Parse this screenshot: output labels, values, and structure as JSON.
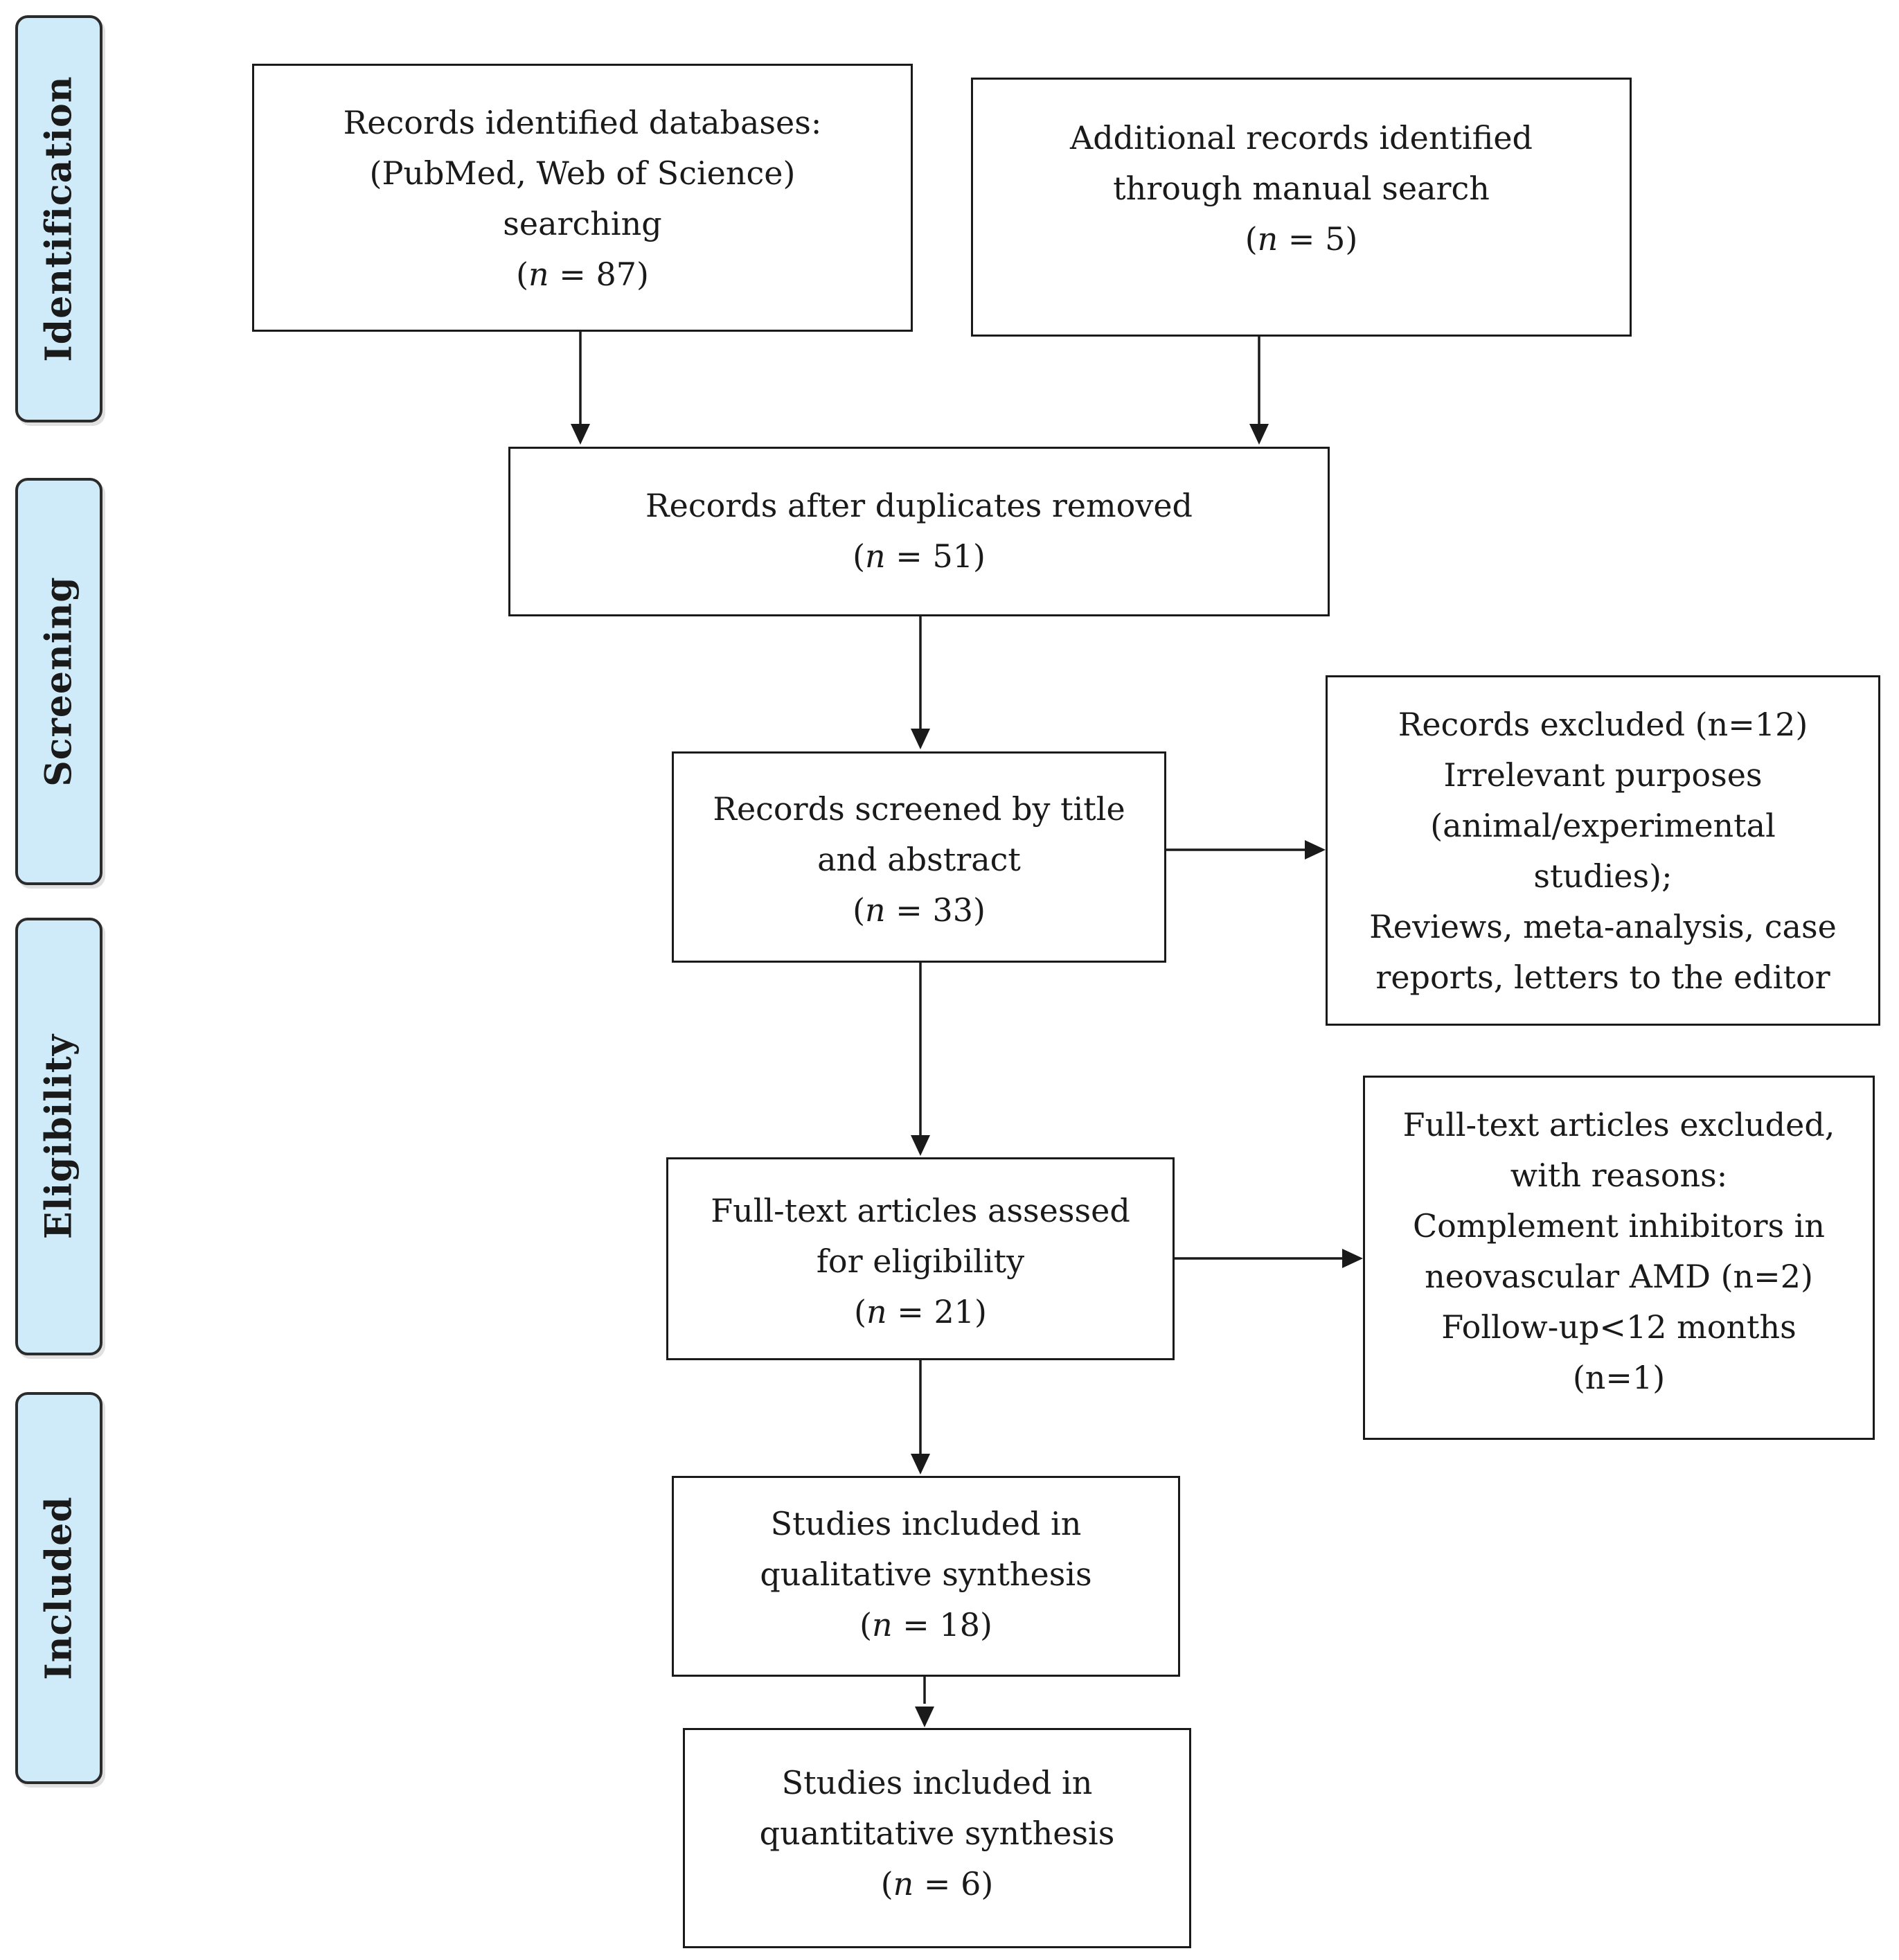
{
  "stages": {
    "identification": "Identification",
    "screening": "Screening",
    "eligibility": "Eligibility",
    "included": "Included"
  },
  "boxes": {
    "database_records": {
      "lines": [
        "Records identified databases:",
        "(PubMed, Web of Science)",
        "searching"
      ],
      "n_prefix": "(",
      "n_var": "n",
      "n_suffix": " = 87)"
    },
    "manual_records": {
      "lines": [
        "Additional records identified",
        "through manual search"
      ],
      "n_prefix": "(",
      "n_var": "n",
      "n_suffix": " = 5)"
    },
    "after_duplicates": {
      "lines": [
        "Records after duplicates removed"
      ],
      "n_prefix": "(",
      "n_var": "n",
      "n_suffix": " = 51)"
    },
    "screened": {
      "lines": [
        "Records screened by title",
        "and abstract"
      ],
      "n_prefix": "(",
      "n_var": "n",
      "n_suffix": " = 33)"
    },
    "records_excluded": {
      "lines": [
        "Records excluded (n=12)",
        "Irrelevant purposes",
        "(animal/experimental",
        "studies);",
        "Reviews, meta-analysis, case",
        "reports, letters to the editor"
      ]
    },
    "full_text_assessed": {
      "lines": [
        "Full-text articles assessed",
        "for eligibility"
      ],
      "n_prefix": "(",
      "n_var": "n",
      "n_suffix": " = 21)"
    },
    "full_text_excluded": {
      "lines": [
        "Full-text articles excluded,",
        "with reasons:",
        "Complement inhibitors in",
        "neovascular AMD (n=2)",
        "Follow-up<12 months",
        "(n=1)"
      ]
    },
    "qualitative": {
      "lines": [
        "Studies included in",
        "qualitative synthesis"
      ],
      "n_prefix": "(",
      "n_var": "n",
      "n_suffix": " = 18)"
    },
    "quantitative": {
      "lines": [
        "Studies included in",
        "quantitative synthesis"
      ],
      "n_prefix": "(",
      "n_var": "n",
      "n_suffix": " = 6)"
    }
  }
}
